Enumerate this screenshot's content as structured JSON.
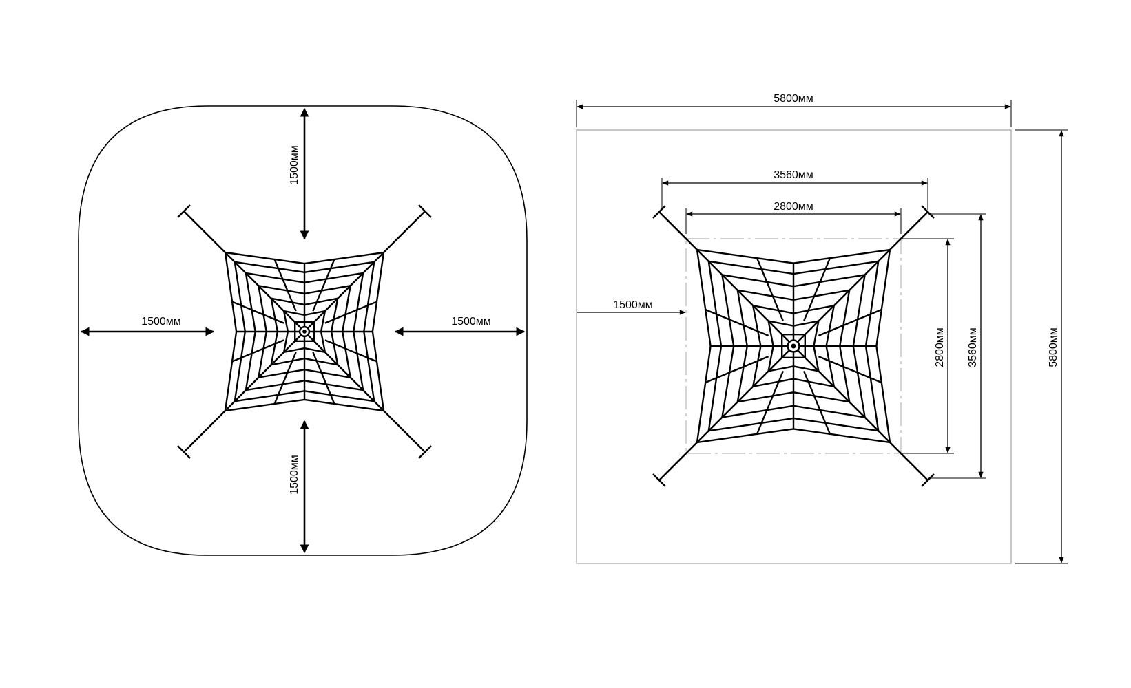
{
  "colors": {
    "line": "#000000",
    "frame": "#b8b8b8",
    "background": "#ffffff"
  },
  "left_view": {
    "dims": {
      "top": "1500мм",
      "left": "1500мм",
      "right": "1500мм",
      "bottom": "1500мм"
    }
  },
  "right_view": {
    "dims": {
      "overall_width": "5800мм",
      "overall_height": "5800мм",
      "anchor_width": "3560мм",
      "anchor_height": "3560мм",
      "frame_width": "2800мм",
      "frame_height": "2800мм",
      "side_clearance": "1500мм"
    }
  }
}
